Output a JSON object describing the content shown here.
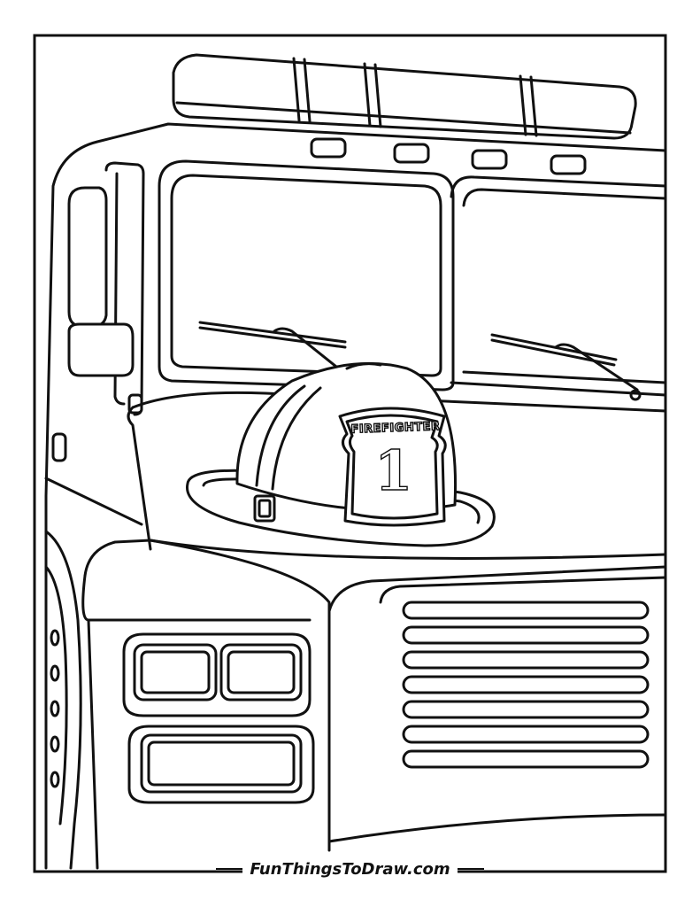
{
  "helmet_badge": {
    "title": "FIREFIGHTER",
    "number": "1"
  },
  "footer": {
    "brand": "FunThingsToDraw.com"
  },
  "colors": {
    "ink": "#111111",
    "paper": "#ffffff"
  }
}
